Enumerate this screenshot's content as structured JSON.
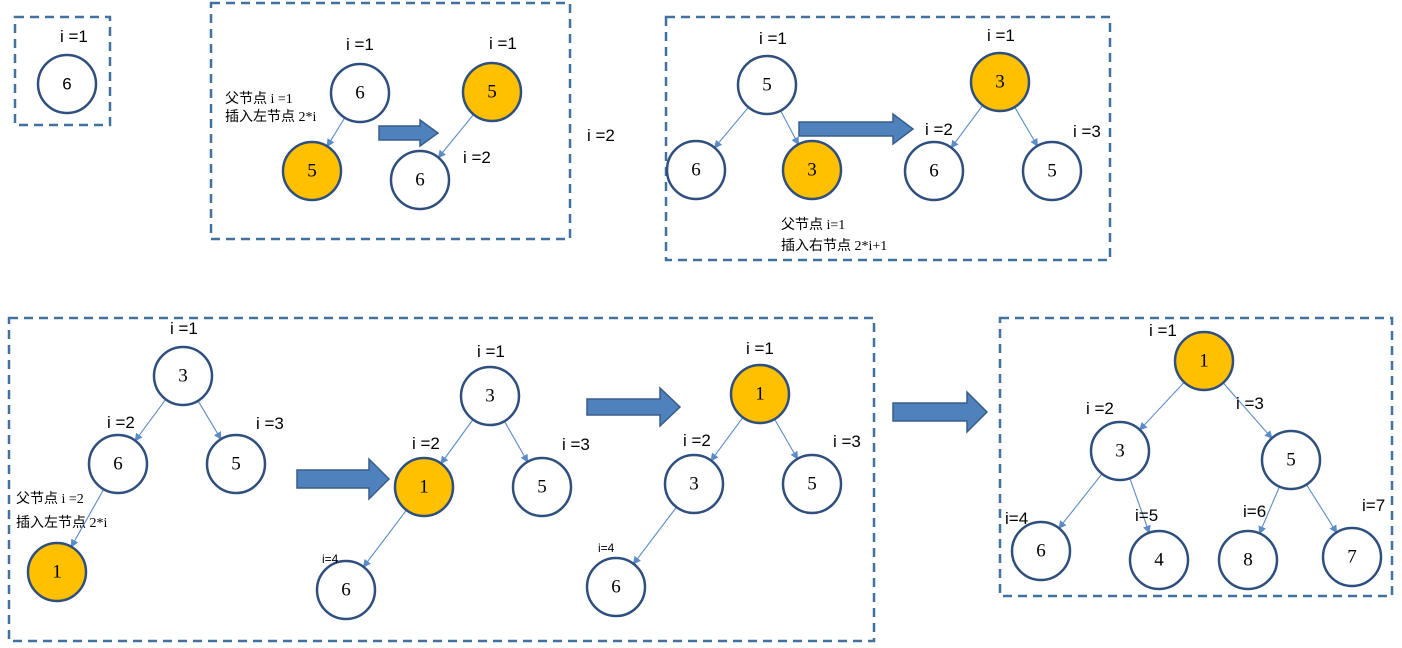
{
  "colors": {
    "node_fill": "#ffffff",
    "highlight_fill": "#FFC000",
    "node_stroke": "#2F4F7F",
    "edge": "#5B8BC9",
    "arrow_fill": "#4F81BD",
    "arrow_stroke": "#385D8A",
    "box_stroke": "#41719C"
  },
  "nodes": [
    {
      "id": "a1",
      "value": "6",
      "highlight": false
    },
    {
      "id": "b1",
      "value": "6",
      "highlight": false
    },
    {
      "id": "b2",
      "value": "5",
      "highlight": true
    },
    {
      "id": "b3",
      "value": "5",
      "highlight": true
    },
    {
      "id": "b4",
      "value": "6",
      "highlight": false
    },
    {
      "id": "c1",
      "value": "5",
      "highlight": false
    },
    {
      "id": "c2",
      "value": "6",
      "highlight": false
    },
    {
      "id": "c3",
      "value": "3",
      "highlight": true
    },
    {
      "id": "c4",
      "value": "3",
      "highlight": true
    },
    {
      "id": "c5",
      "value": "6",
      "highlight": false
    },
    {
      "id": "c6",
      "value": "5",
      "highlight": false
    },
    {
      "id": "d1",
      "value": "3",
      "highlight": false
    },
    {
      "id": "d2",
      "value": "6",
      "highlight": false
    },
    {
      "id": "d3",
      "value": "5",
      "highlight": false
    },
    {
      "id": "d4",
      "value": "1",
      "highlight": true
    },
    {
      "id": "d5",
      "value": "3",
      "highlight": false
    },
    {
      "id": "d6",
      "value": "1",
      "highlight": true
    },
    {
      "id": "d7",
      "value": "5",
      "highlight": false
    },
    {
      "id": "d8",
      "value": "6",
      "highlight": false
    },
    {
      "id": "d9",
      "value": "1",
      "highlight": true
    },
    {
      "id": "d10",
      "value": "3",
      "highlight": false
    },
    {
      "id": "d11",
      "value": "5",
      "highlight": false
    },
    {
      "id": "d12",
      "value": "6",
      "highlight": false
    },
    {
      "id": "e1",
      "value": "1",
      "highlight": true
    },
    {
      "id": "e2",
      "value": "3",
      "highlight": false
    },
    {
      "id": "e3",
      "value": "5",
      "highlight": false
    },
    {
      "id": "e4",
      "value": "6",
      "highlight": false
    },
    {
      "id": "e5",
      "value": "4",
      "highlight": false
    },
    {
      "id": "e6",
      "value": "8",
      "highlight": false
    },
    {
      "id": "e7",
      "value": "7",
      "highlight": false
    }
  ],
  "edges": [
    [
      "b1",
      "b2"
    ],
    [
      "b3",
      "b4"
    ],
    [
      "c1",
      "c2"
    ],
    [
      "c1",
      "c3"
    ],
    [
      "c4",
      "c5"
    ],
    [
      "c4",
      "c6"
    ],
    [
      "d1",
      "d2"
    ],
    [
      "d1",
      "d3"
    ],
    [
      "d2",
      "d4"
    ],
    [
      "d5",
      "d6"
    ],
    [
      "d5",
      "d7"
    ],
    [
      "d6",
      "d8"
    ],
    [
      "d9",
      "d10"
    ],
    [
      "d9",
      "d11"
    ],
    [
      "d10",
      "d12"
    ],
    [
      "e1",
      "e2"
    ],
    [
      "e1",
      "e3"
    ],
    [
      "e2",
      "e4"
    ],
    [
      "e2",
      "e5"
    ],
    [
      "e3",
      "e6"
    ],
    [
      "e3",
      "e7"
    ]
  ],
  "labels": [
    {
      "id": "l_a1",
      "text": "i =1"
    },
    {
      "id": "l_b1",
      "text": "i =1"
    },
    {
      "id": "l_b3",
      "text": "i =1"
    },
    {
      "id": "l_b4",
      "text": "i =2"
    },
    {
      "id": "l_mid",
      "text": "i =2"
    },
    {
      "id": "l_c1",
      "text": "i =1"
    },
    {
      "id": "l_c4",
      "text": "i =1"
    },
    {
      "id": "l_c5",
      "text": "i =2"
    },
    {
      "id": "l_c6",
      "text": "i =3"
    },
    {
      "id": "l_d1",
      "text": "i =1"
    },
    {
      "id": "l_d2",
      "text": "i =2"
    },
    {
      "id": "l_d3",
      "text": "i =3"
    },
    {
      "id": "l_d5",
      "text": "i =1"
    },
    {
      "id": "l_d6",
      "text": "i =2"
    },
    {
      "id": "l_d7",
      "text": "i =3"
    },
    {
      "id": "l_d8",
      "text": "i=4"
    },
    {
      "id": "l_d9",
      "text": "i =1"
    },
    {
      "id": "l_d10",
      "text": "i =2"
    },
    {
      "id": "l_d11",
      "text": "i =3"
    },
    {
      "id": "l_d12",
      "text": "i=4"
    },
    {
      "id": "l_e1",
      "text": "i =1"
    },
    {
      "id": "l_e2",
      "text": "i =2"
    },
    {
      "id": "l_e3",
      "text": "i =3"
    },
    {
      "id": "l_e4",
      "text": "i=4"
    },
    {
      "id": "l_e5",
      "text": "i=5"
    },
    {
      "id": "l_e6",
      "text": "i=6"
    },
    {
      "id": "l_e7",
      "text": "i=7"
    }
  ],
  "notes": [
    {
      "id": "n_b",
      "lines": [
        "父节点 i =1",
        "插入左节点 2*i"
      ]
    },
    {
      "id": "n_c",
      "lines": [
        "父节点 i=1",
        "插入右节点 2*i+1"
      ]
    },
    {
      "id": "n_d",
      "lines": [
        "父节点 i =2",
        "插入左节点 2*i"
      ]
    }
  ]
}
